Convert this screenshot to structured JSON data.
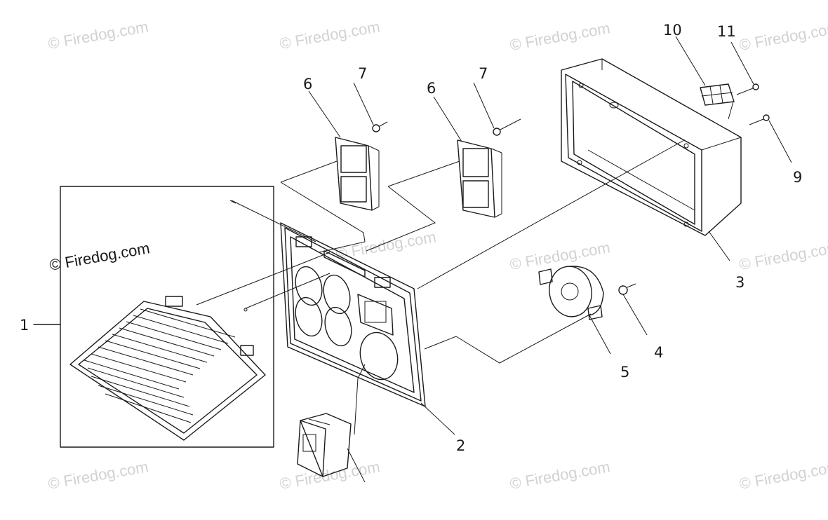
{
  "watermark": "© Firedog.com",
  "callouts": {
    "c1": "1",
    "c2": "2",
    "c3": "3",
    "c4": "4",
    "c5": "5",
    "c6a": "6",
    "c6b": "6",
    "c7a": "7",
    "c7b": "7",
    "c9": "9",
    "c10": "10",
    "c11": "11"
  }
}
